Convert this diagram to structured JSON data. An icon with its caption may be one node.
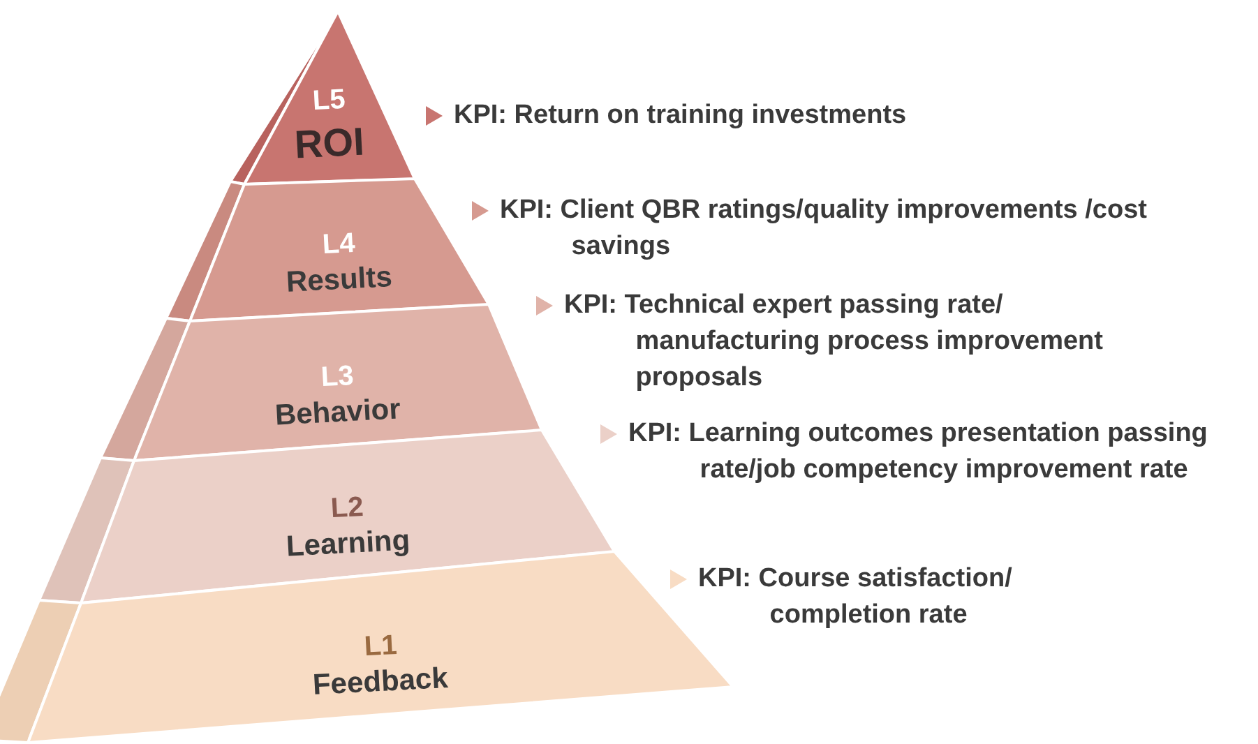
{
  "diagram": {
    "nodes": [
      {
        "text": [
          "L5",
          "ROI"
        ],
        "beside": [
          "KPI: Return on training investments"
        ]
      },
      {
        "text": [
          "L4",
          "Results"
        ],
        "beside": [
          "KPI: Client QBR ratings/quality improvements /cost savings"
        ]
      },
      {
        "text": [
          "L3",
          "Behavior"
        ],
        "beside": [
          "KPI: Technical expert passing rate/ manufacturing process improvement proposals"
        ]
      },
      {
        "text": [
          "L2",
          "Learning"
        ],
        "beside": [
          "KPI: Learning outcomes presentation passing rate/job competency improvement rate"
        ]
      },
      {
        "text": [
          "L1",
          "Feedback"
        ],
        "beside": [
          "KPI: Course satisfaction/ completion rate"
        ]
      }
    ]
  }
}
